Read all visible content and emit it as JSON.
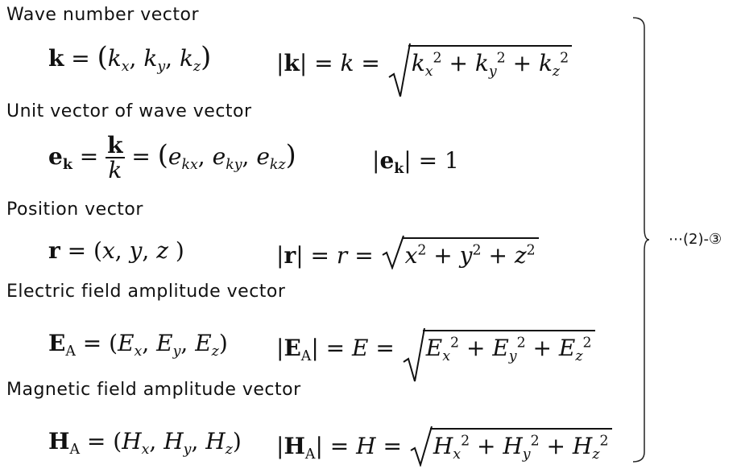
{
  "sections": [
    {
      "label": "Wave number vector"
    },
    {
      "label": "Unit vector of wave vector"
    },
    {
      "label": "Position vector"
    },
    {
      "label": "Electric field amplitude vector"
    },
    {
      "label": "Magnetic field amplitude vector"
    }
  ],
  "equation_tag": "⋯(2)-③"
}
